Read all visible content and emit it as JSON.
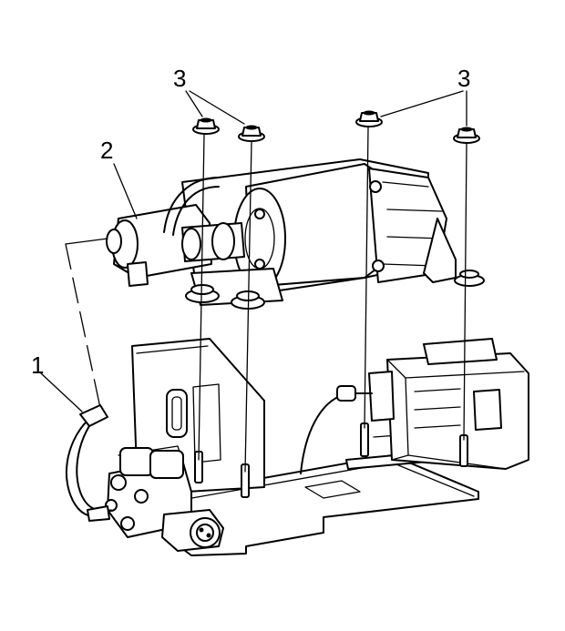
{
  "diagram": {
    "callouts": {
      "hose": "1",
      "compressor": "2",
      "nuts_left": "3",
      "nuts_right": "3"
    }
  }
}
